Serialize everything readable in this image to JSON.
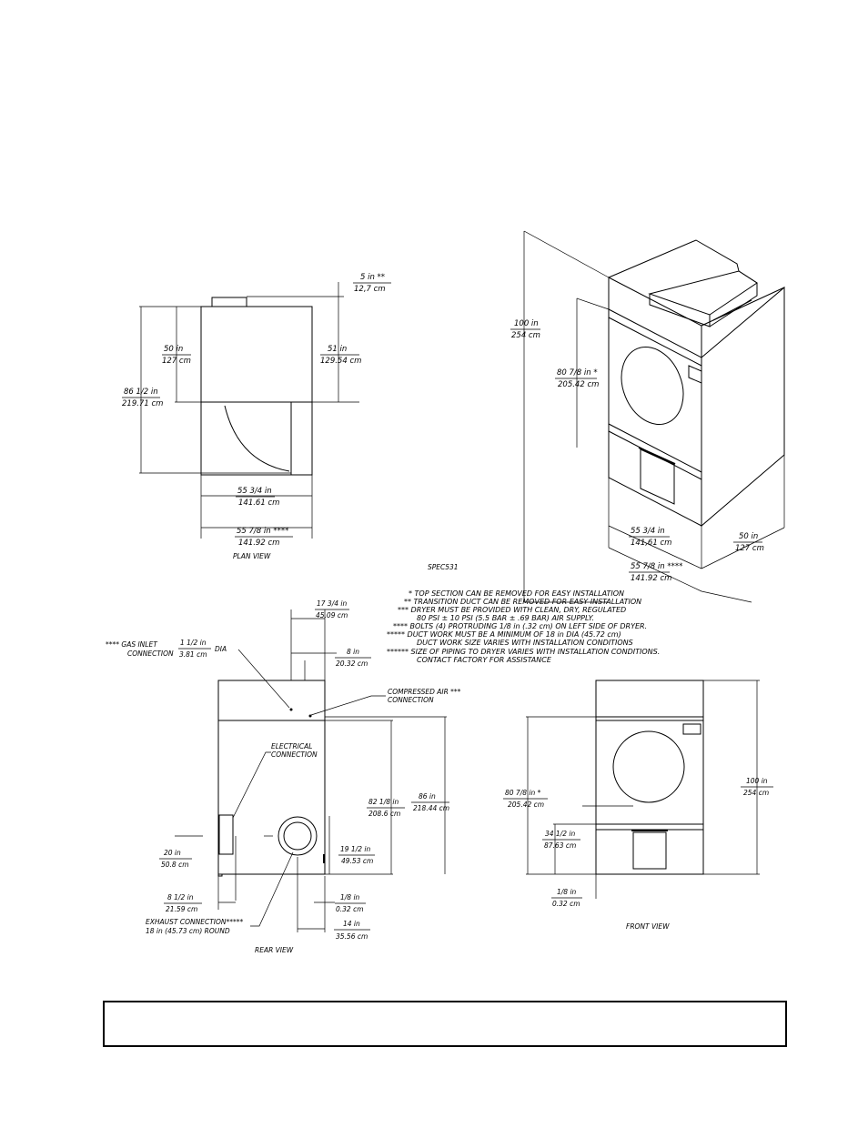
{
  "plan_view": {
    "caption": "PLAN VIEW",
    "duct_in": "5 in **",
    "duct_cm": "12,7 cm",
    "depth_in": "50 in",
    "depth_cm": "127 cm",
    "depth2_in": "51 in",
    "depth2_cm": "129.54 cm",
    "total_in": "86 1/2 in",
    "total_cm": "219.71 cm",
    "width_in": "55 3/4 in",
    "width_cm": "141.61 cm",
    "width2_in": "55 7/8 in ****",
    "width2_cm": "141.92 cm"
  },
  "iso_view": {
    "height_in": "100 in",
    "height_cm": "254 cm",
    "top_in": "80 7/8 in *",
    "top_cm": "205.42 cm",
    "width_in": "55 3/4 in",
    "width_cm": "141,61 cm",
    "depth_in": "50 in",
    "depth_cm": "127 cm",
    "width2_in": "55 7/8 in ****",
    "width2_cm": "141.92 cm"
  },
  "spec_code": "SPEC531",
  "notes": [
    "* TOP SECTION CAN BE REMOVED FOR EASY INSTALLATION",
    "** TRANSITION DUCT CAN BE REMOVED FOR EASY INSTALLATION",
    "*** DRYER MUST BE PROVIDED WITH CLEAN, DRY, REGULATED",
    "80 PSI ± 10 PSI (5.5 BAR ± .69 BAR) AIR SUPPLY.",
    "**** BOLTS (4) PROTRUDING 1/8 in (.32 cm) ON LEFT SIDE OF DRYER.",
    "***** DUCT WORK MUST BE A MINIMUM OF 18 in DIA (45.72 cm)",
    "DUCT WORK SIZE VARIES WITH INSTALLATION CONDITIONS",
    "****** SIZE OF PIPING TO DRYER VARIES WITH INSTALLATION CONDITIONS.",
    "CONTACT FACTORY FOR ASSISTANCE"
  ],
  "rear_view": {
    "caption": "REAR VIEW",
    "duct_top_in": "17 3/4 in",
    "duct_top_cm": "45.09 cm",
    "gas_label": "**** GAS INLET",
    "gas_label2": "CONNECTION",
    "gas_in": "1 1/2 in",
    "gas_cm": "3.81 cm",
    "gas_dia": "DIA",
    "offset_in": "8 in",
    "offset_cm": "20.32 cm",
    "air_label": "COMPRESSED AIR ***",
    "air_label2": "CONNECTION",
    "elec_label": "ELECTRICAL",
    "elec_label2": "CONNECTION",
    "h1_in": "82 1/8 in",
    "h1_cm": "208.6 cm",
    "h2_in": "86 in",
    "h2_cm": "218.44 cm",
    "left_in": "20 in",
    "left_cm": "50.8 cm",
    "exh_h_in": "19 1/2 in",
    "exh_h_cm": "49.53 cm",
    "base_in": "8 1/2 in",
    "base_cm": "21.59 cm",
    "bolt_in": "1/8 in",
    "bolt_cm": "0.32 cm",
    "exh_label": "EXHAUST CONNECTION*****",
    "exh_label2": "18 in (45.73 cm) ROUND",
    "exh_w_in": "14 in",
    "exh_w_cm": "35.56 cm"
  },
  "front_view": {
    "caption": "FRONT VIEW",
    "top_in": "80 7/8 in *",
    "top_cm": "205.42 cm",
    "door_in": "34 1/2 in",
    "door_cm": "87.63 cm",
    "height_in": "100 in",
    "height_cm": "254 cm",
    "bolt_in": "1/8 in",
    "bolt_cm": "0.32 cm"
  },
  "footer_box": {
    "text": ""
  }
}
